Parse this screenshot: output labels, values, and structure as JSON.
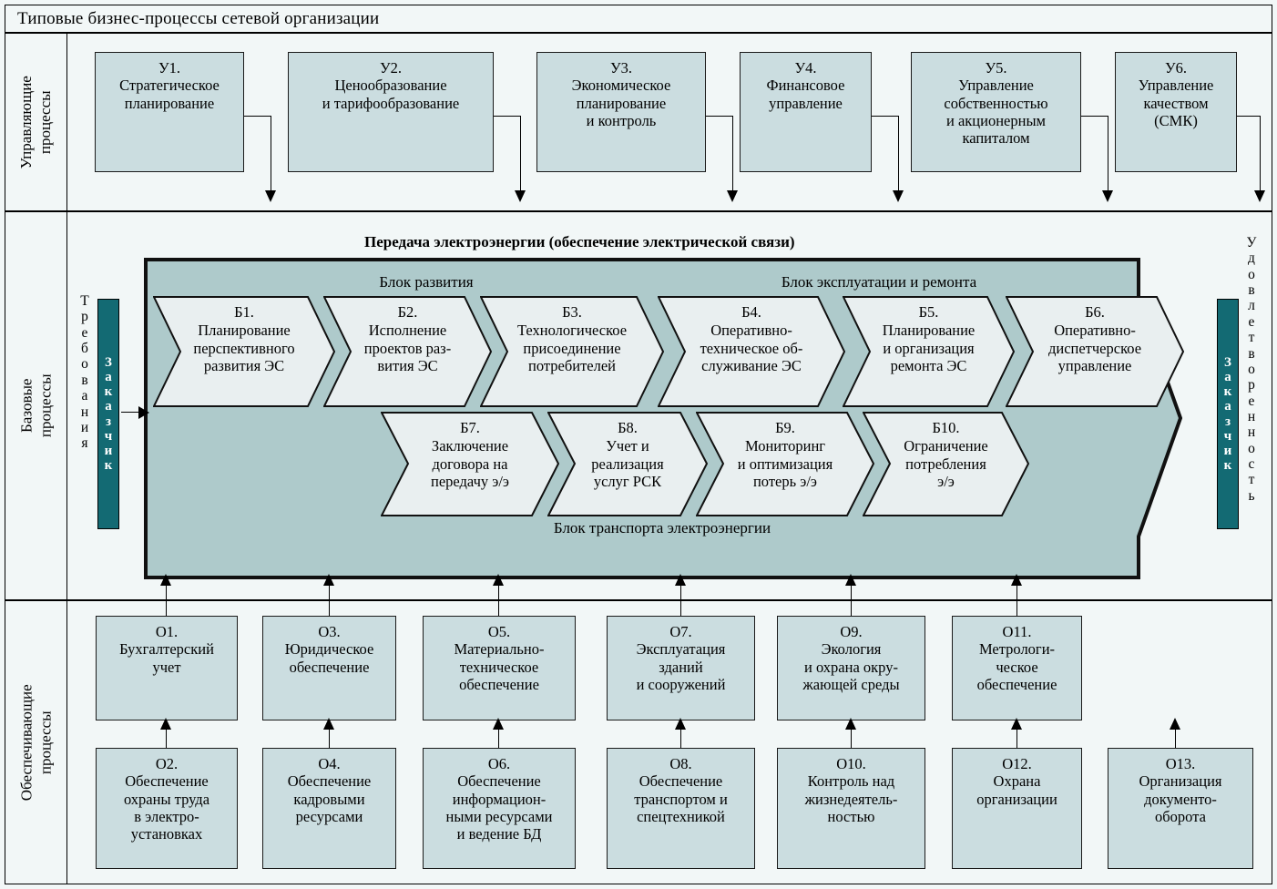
{
  "diagram": {
    "title": "Типовые бизнес-процессы сетевой организации",
    "bands": {
      "managing": {
        "label_line1": "Управляющие",
        "label_line2": "процессы"
      },
      "base": {
        "label_line1": "Базовые",
        "label_line2": "процессы"
      },
      "supporting": {
        "label_line1": "Обеспечивающие",
        "label_line2": "процессы"
      }
    },
    "main_process_label": "Передача электроэнергии (обеспечение электрической связи)",
    "block_titles": {
      "development": "Блок развития",
      "operation_repair": "Блок эксплуатации и ремонта",
      "transport": "Блок транспорта электроэнергии"
    },
    "customer_in": {
      "vertical_text": "Требования",
      "strip_text": "Заказчик"
    },
    "customer_out": {
      "vertical_text": "Удовлетворенность",
      "strip_text": "Заказчик"
    },
    "managing_processes": [
      {
        "code": "У1.",
        "lines": [
          "Стратегическое",
          "планирование"
        ]
      },
      {
        "code": "У2.",
        "lines": [
          "Ценообразование",
          "и тарифообразование"
        ]
      },
      {
        "code": "У3.",
        "lines": [
          "Экономическое",
          "планирование",
          "и контроль"
        ]
      },
      {
        "code": "У4.",
        "lines": [
          "Финансовое",
          "управление"
        ]
      },
      {
        "code": "У5.",
        "lines": [
          "Управление",
          "собственностью",
          "и акционерным",
          "капиталом"
        ]
      },
      {
        "code": "У6.",
        "lines": [
          "Управление",
          "качеством",
          "(СМК)"
        ]
      }
    ],
    "base_processes_row1": [
      {
        "code": "Б1.",
        "lines": [
          "Планирование",
          "перспективного",
          "развития ЭС"
        ]
      },
      {
        "code": "Б2.",
        "lines": [
          "Исполнение",
          "проектов раз-",
          "вития ЭС"
        ]
      },
      {
        "code": "Б3.",
        "lines": [
          "Технологическое",
          "присоединение",
          "потребителей"
        ]
      },
      {
        "code": "Б4.",
        "lines": [
          "Оперативно-",
          "техническое об-",
          "служивание ЭС"
        ]
      },
      {
        "code": "Б5.",
        "lines": [
          "Планирование",
          "и организация",
          "ремонта ЭС"
        ]
      },
      {
        "code": "Б6.",
        "lines": [
          "Оперативно-",
          "диспетчерское",
          "управление"
        ]
      }
    ],
    "base_processes_row2": [
      {
        "code": "Б7.",
        "lines": [
          "Заключение",
          "договора на",
          "передачу э/э"
        ]
      },
      {
        "code": "Б8.",
        "lines": [
          "Учет и",
          "реализация",
          "услуг РСК"
        ]
      },
      {
        "code": "Б9.",
        "lines": [
          "Мониторинг",
          "и оптимизация",
          "потерь  э/э"
        ]
      },
      {
        "code": "Б10.",
        "lines": [
          "Ограничение",
          "потребления",
          "э/э"
        ]
      }
    ],
    "supporting_top": [
      {
        "code": "О1.",
        "lines": [
          "Бухгалтерский",
          "учет"
        ]
      },
      {
        "code": "О3.",
        "lines": [
          "Юридическое",
          "обеспечение"
        ]
      },
      {
        "code": "О5.",
        "lines": [
          "Материально-",
          "техническое",
          "обеспечение"
        ]
      },
      {
        "code": "О7.",
        "lines": [
          "Эксплуатация",
          "зданий",
          "и сооружений"
        ]
      },
      {
        "code": "О9.",
        "lines": [
          "Экология",
          "и охрана окру-",
          "жающей среды"
        ]
      },
      {
        "code": "О11.",
        "lines": [
          "Метрологи-",
          "ческое",
          "обеспечение"
        ]
      }
    ],
    "supporting_bottom": [
      {
        "code": "О2.",
        "lines": [
          "Обеспечение",
          "охраны труда",
          "в электро-",
          "установках"
        ]
      },
      {
        "code": "О4.",
        "lines": [
          "Обеспечение",
          "кадровыми",
          "ресурсами"
        ]
      },
      {
        "code": "О6.",
        "lines": [
          "Обеспечение",
          "информацион-",
          "ными ресурсами",
          "и ведение БД"
        ]
      },
      {
        "code": "О8.",
        "lines": [
          "Обеспечение",
          "транспортом и",
          "спецтехникой"
        ]
      },
      {
        "code": "О10.",
        "lines": [
          "Контроль над",
          "жизнедеятель-",
          "ностью"
        ]
      },
      {
        "code": "О12.",
        "lines": [
          "Охрана",
          "организации"
        ]
      },
      {
        "code": "О13.",
        "lines": [
          "Организация",
          "документо-",
          "оборота"
        ]
      }
    ],
    "colors": {
      "page_background": "#f2f7f7",
      "box_fill": "#cbdde0",
      "big_arrow_fill": "#aecacb",
      "chevron_fill": "#e9eff0",
      "customer_strip": "#136a73",
      "stroke": "#000000"
    }
  }
}
